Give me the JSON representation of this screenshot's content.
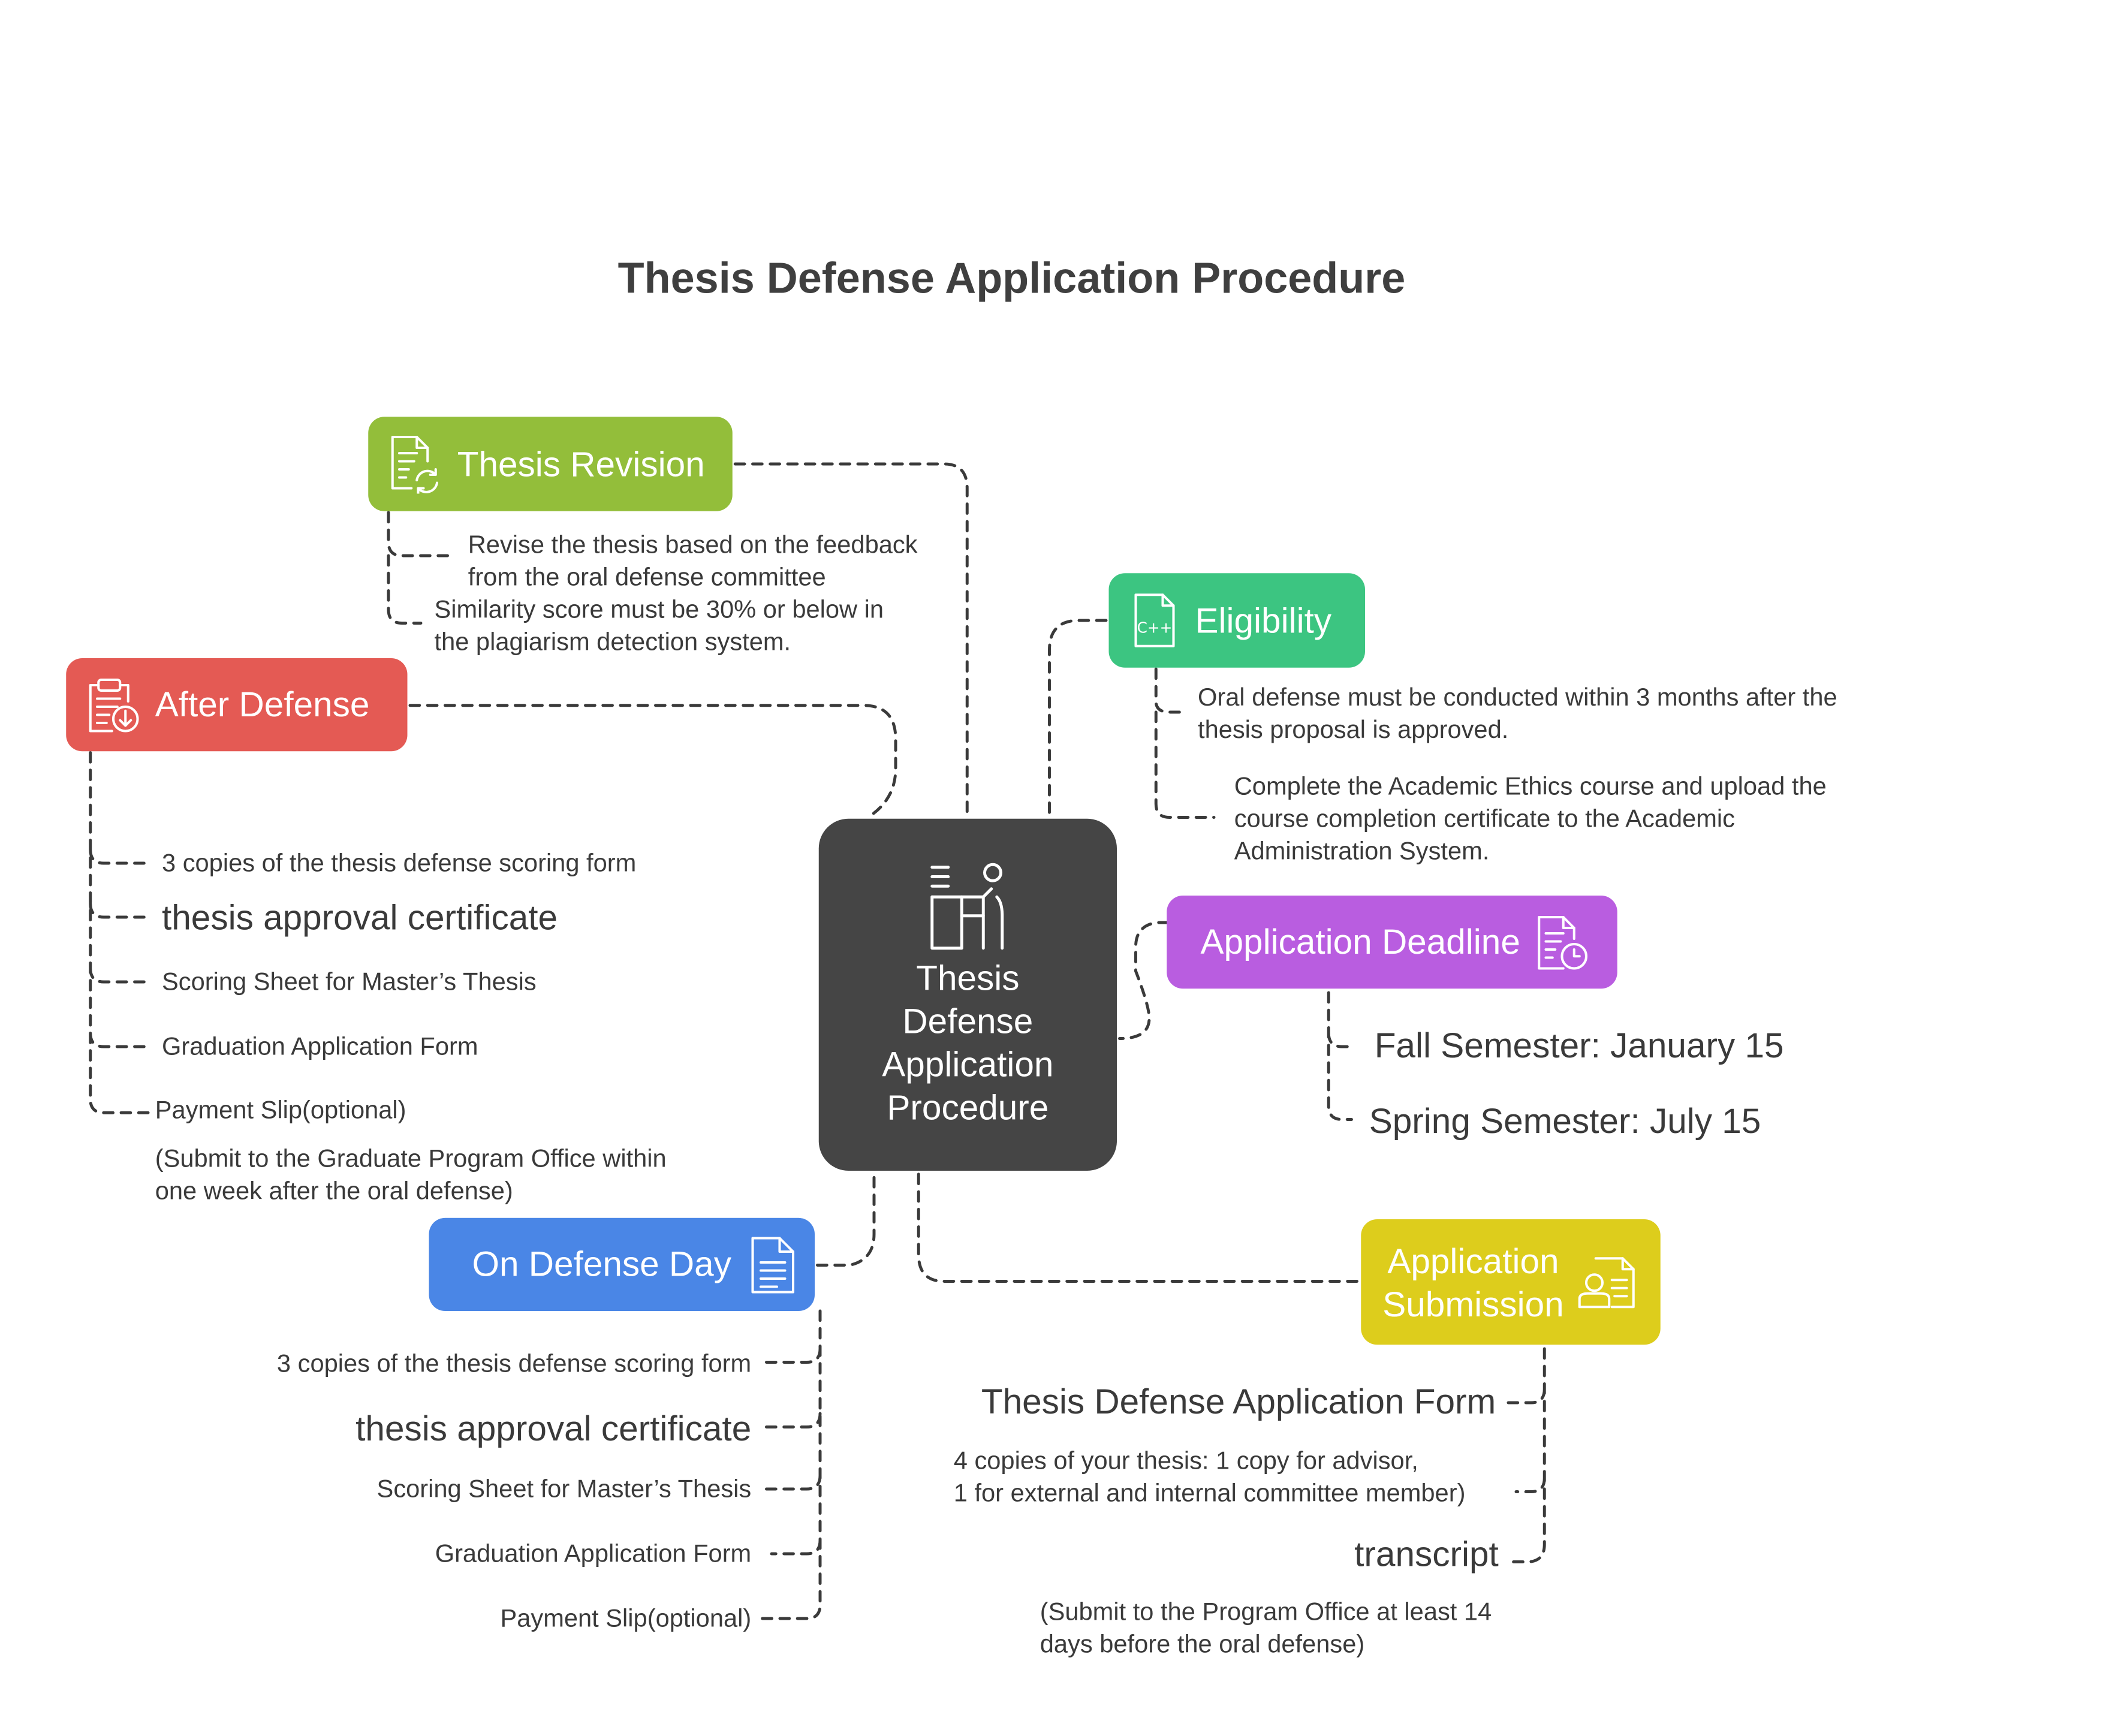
{
  "title": "Thesis Defense Application Procedure",
  "center": {
    "label": "Thesis\nDefense\nApplication\nProcedure",
    "icon": "person-at-desk-icon"
  },
  "colors": {
    "thesis_revision": "#93be3a",
    "after_defense": "#e45a54",
    "eligibility": "#3cc581",
    "application_deadline": "#b95de0",
    "on_defense_day": "#4a86e6",
    "application_submission": "#ddcd1c",
    "center": "#454545"
  },
  "thesis_revision": {
    "label": "Thesis Revision",
    "icon": "document-refresh-icon",
    "items": [
      "Revise the thesis based on the feedback\nfrom the oral defense committee",
      "Similarity score must be 30% or below in\nthe plagiarism detection system."
    ]
  },
  "eligibility": {
    "label": "Eligibility",
    "icon": "code-file-icon",
    "items": [
      "Oral defense must be conducted within 3 months after the\nthesis proposal is approved.",
      "Complete the Academic Ethics course and upload the\ncourse completion certificate to the Academic\nAdministration System."
    ]
  },
  "after_defense": {
    "label": "After Defense",
    "icon": "clipboard-download-icon",
    "items": [
      "3 copies of the thesis defense scoring form",
      "thesis approval certificate",
      "Scoring Sheet for Master’s Thesis",
      "Graduation Application Form",
      "Payment Slip(optional)"
    ],
    "note": "(Submit to the Graduate Program Office within\none week after the oral defense)"
  },
  "application_deadline": {
    "label": "Application Deadline",
    "icon": "document-clock-icon",
    "items": [
      "Fall Semester: January 15",
      "Spring Semester: July 15"
    ]
  },
  "on_defense_day": {
    "label": "On Defense Day",
    "icon": "document-lines-icon",
    "items": [
      "3 copies of the thesis defense scoring form",
      "thesis approval certificate",
      "Scoring Sheet for Master’s Thesis",
      "Graduation Application Form",
      "Payment Slip(optional)"
    ]
  },
  "application_submission": {
    "label": "Application\nSubmission",
    "icon": "person-form-icon",
    "items": [
      "Thesis Defense Application Form",
      "4 copies of your thesis: 1 copy for advisor,\n1 for external and internal committee member)",
      "transcript"
    ],
    "note": "(Submit to the Program Office at least 14\ndays before the oral defense)"
  }
}
